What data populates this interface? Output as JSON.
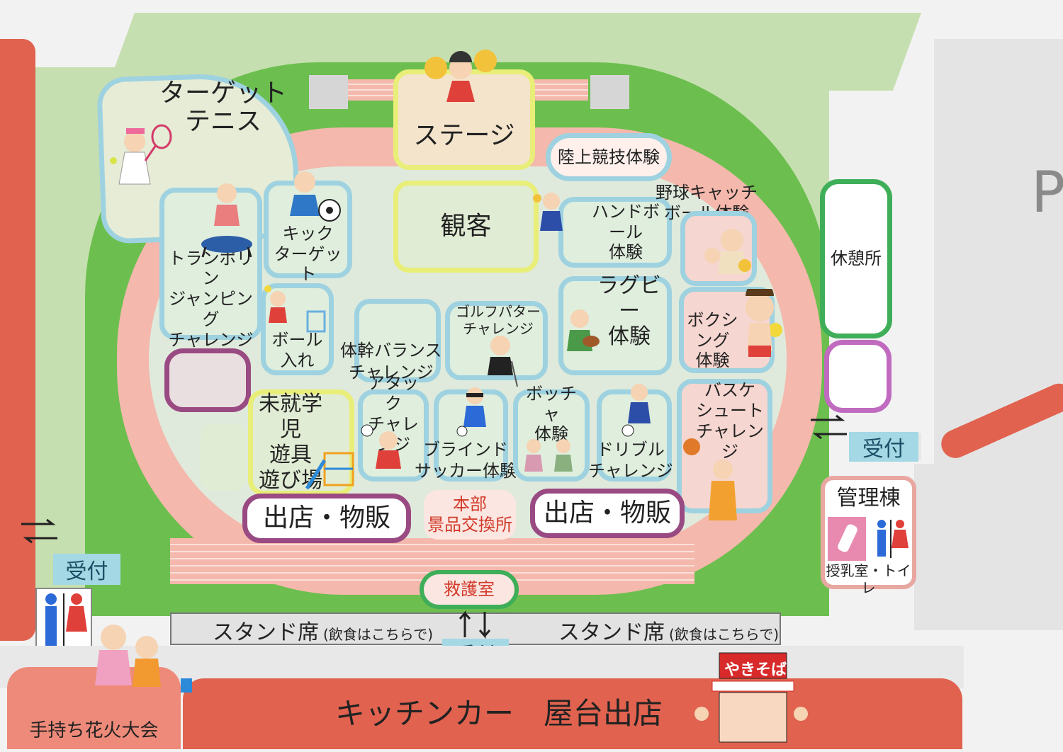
{
  "labels": {
    "target_tennis": [
      "ターゲット",
      "テニス"
    ],
    "stage": "ステージ",
    "track_field": "陸上競技体験",
    "audience": "観客",
    "kick_target": [
      "キック",
      "ターゲット"
    ],
    "trampoline": [
      "トランポリン",
      "ジャンピング",
      "チャレンジ"
    ],
    "handball": [
      "ハンドボール",
      "体験"
    ],
    "baseball_catch": [
      "野球キャッチ",
      "ボール体験"
    ],
    "ball_toss": [
      "ボール",
      "入れ"
    ],
    "core_balance": [
      "体幹バランス",
      "チャレンジ"
    ],
    "golf_putter": [
      "ゴルフパター",
      "チャレンジ"
    ],
    "rugby": [
      "ラグビー",
      "体験"
    ],
    "boxing": [
      "ボクシング",
      "体験"
    ],
    "preschool_playground": [
      "未就学児",
      "遊具",
      "遊び場"
    ],
    "attack_challenge": [
      "アタック",
      "チャレンジ"
    ],
    "blind_soccer": [
      "ブラインド",
      "サッカー体験"
    ],
    "boccia": [
      "ボッチャ",
      "体験"
    ],
    "dribble": [
      "ドリブル",
      "チャレンジ"
    ],
    "basket_shoot": [
      "バスケ",
      "シュート",
      "チャレンジ"
    ],
    "shop_left": "出店・物販",
    "shop_right": "出店・物販",
    "hq": [
      "本部",
      "景品交換所"
    ],
    "rest_area": "休憩所",
    "reception_right": "受付",
    "management": "管理棟",
    "nursing_toilet": "授乳室・トイレ",
    "first_aid": "救護室",
    "stand_seat_main": "スタンド席",
    "stand_seat_note": "(飲食はこちらで)",
    "reception_bottom": "受付",
    "reception_left": "受付",
    "kitchen_car": "キッチンカー　屋台出店",
    "fireworks": "手持ち花火大会",
    "parking": "P",
    "yakisoba": "やきそば"
  },
  "colors": {
    "field_green": "#6cbf4f",
    "outer_green": "#c6dfb0",
    "track_pink": "#f4b8ac",
    "red_band": "#e0624f",
    "accent_blue": "#9ed2e0",
    "accent_purple": "#9a4a82",
    "accent_green": "#3fae59",
    "accent_yellow": "#e8ee78",
    "hq_red": "#d23a2a"
  },
  "icons": [
    "tennis-player-icon",
    "cheerleader-icon",
    "trampoline-kid-icon",
    "soccer-kicker-icon",
    "handball-player-icon",
    "family-icon",
    "ball-toss-kid-icon",
    "golfer-icon",
    "rugby-player-icon",
    "boxer-icon",
    "playground-icon",
    "volleyball-kid-icon",
    "blind-soccer-icon",
    "boccia-elders-icon",
    "dribble-kid-icon",
    "basketball-player-icon",
    "baby-bottle-icon",
    "restroom-icon",
    "kids-fireworks-icon",
    "food-stall-icon"
  ]
}
